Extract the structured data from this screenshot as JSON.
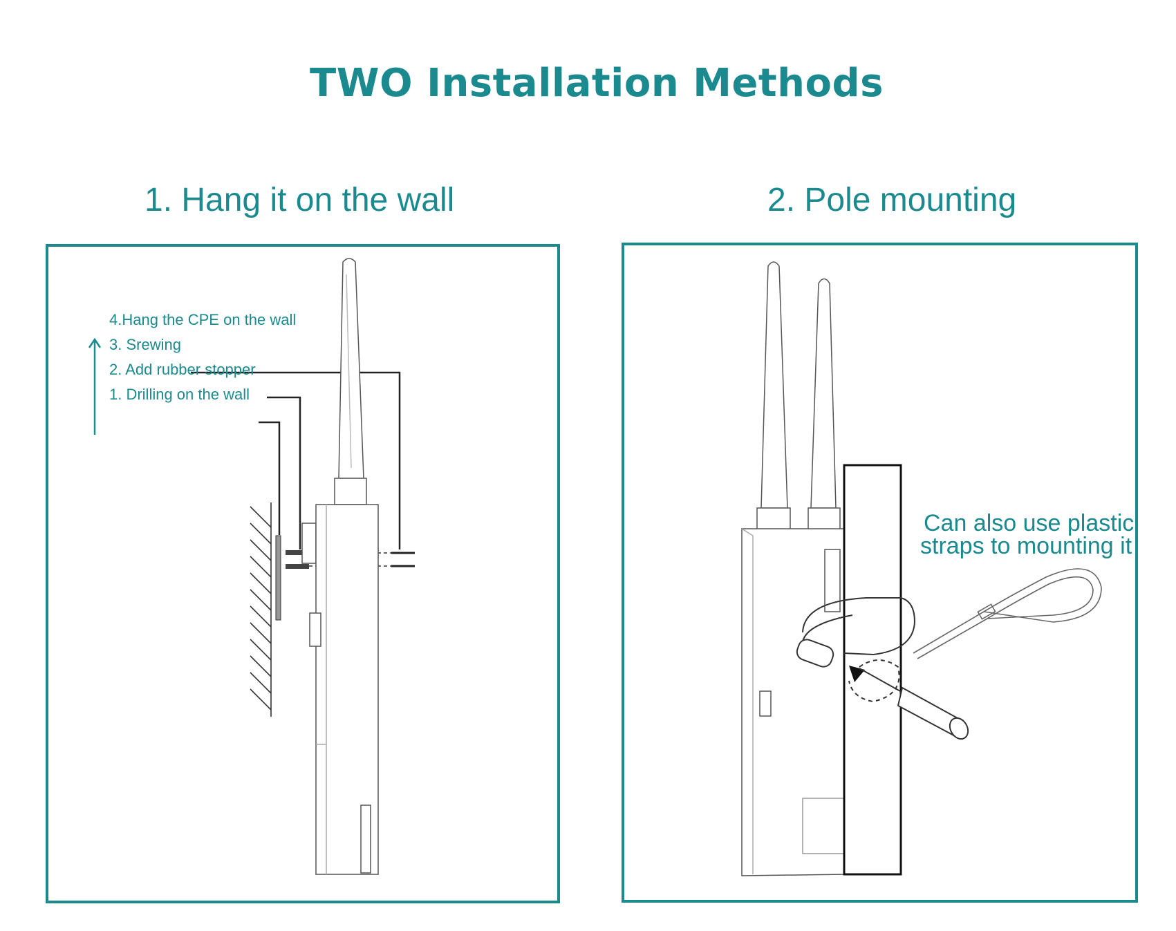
{
  "title": "TWO Installation Methods",
  "accent_color": "#1a8a8f",
  "wall_method": {
    "heading": "1. Hang it on the wall",
    "steps": [
      "4.Hang the CPE on the wall",
      "3. Srewing",
      "2. Add rubber stopper",
      "1. Drilling on the wall"
    ],
    "step_order_icon": "up-arrow-icon"
  },
  "pole_method": {
    "heading": "2. Pole mounting",
    "note_lines": [
      "Can also use plastic",
      "straps to mounting it"
    ]
  }
}
